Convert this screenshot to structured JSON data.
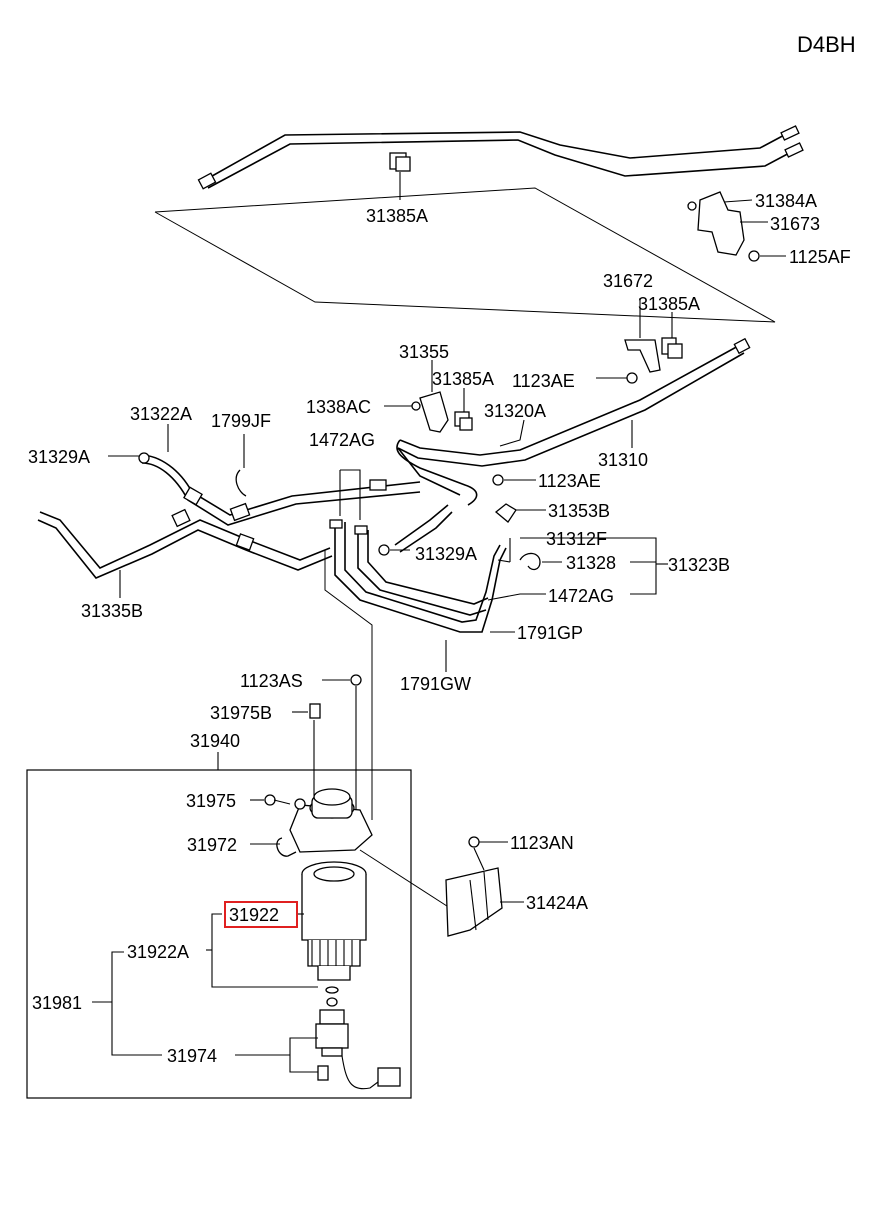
{
  "title": "D4BH",
  "highlight_color": "#e02020",
  "labels": {
    "l31385a_top": "31385A",
    "l31384a": "31384A",
    "l31673": "31673",
    "l1125af": "1125AF",
    "l31672": "31672",
    "l31385a_mid": "31385A",
    "l31355": "31355",
    "l31385a_low": "31385A",
    "l1123ae_a": "1123AE",
    "l1338ac": "1338AC",
    "l31320a": "31320A",
    "l31322a": "31322A",
    "l1799jf": "1799JF",
    "l31310": "31310",
    "l1472ag_a": "1472AG",
    "l31329a_left": "31329A",
    "l1123ae_b": "1123AE",
    "l31353b": "31353B",
    "l31312f": "31312F",
    "l31329a_mid": "31329A",
    "l31328": "31328",
    "l31323b": "31323B",
    "l1472ag_b": "1472AG",
    "l31335b": "31335B",
    "l1791gp": "1791GP",
    "l1123as": "1123AS",
    "l1791gw": "1791GW",
    "l31975b": "31975B",
    "l31940": "31940",
    "l31975": "31975",
    "l1123an": "1123AN",
    "l31972": "31972",
    "l31424a": "31424A",
    "l31922": "31922",
    "l31922a": "31922A",
    "l31981": "31981",
    "l31974": "31974"
  }
}
